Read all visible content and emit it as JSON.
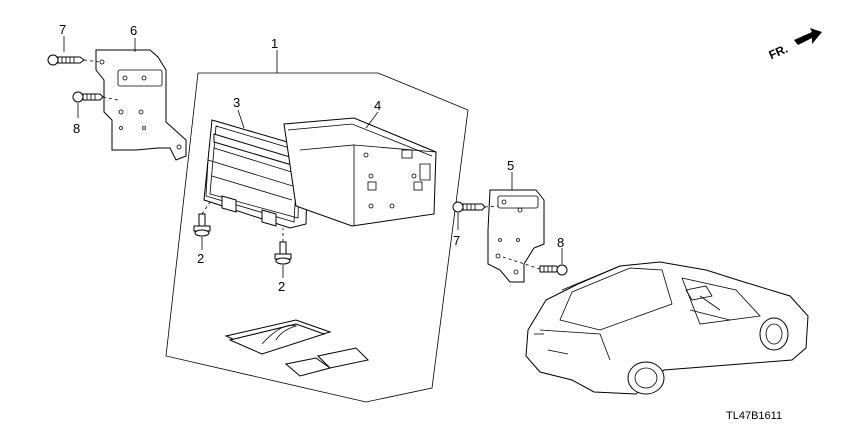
{
  "callouts": {
    "c1": "1",
    "c2a": "2",
    "c2b": "2",
    "c3": "3",
    "c4": "4",
    "c5": "5",
    "c6": "6",
    "c7a": "7",
    "c7b": "7",
    "c8a": "8",
    "c8b": "8"
  },
  "direction_label": "FR.",
  "diagram_code": "TL47B1611"
}
